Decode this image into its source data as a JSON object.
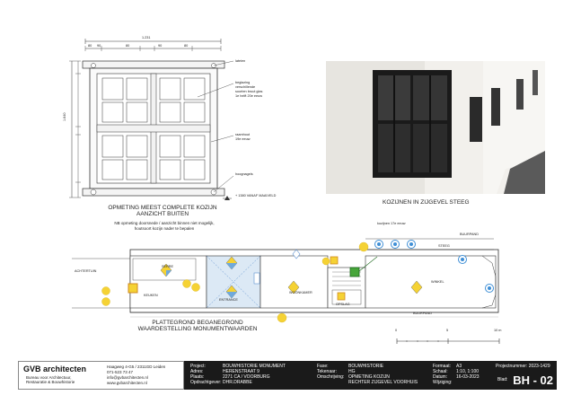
{
  "elevation": {
    "dim_total": "1.231",
    "dim_parts": [
      "80",
      "90",
      "80",
      "90",
      "80"
    ],
    "dim_left": "1.640",
    "label_lateien": "lateien",
    "label_glass": [
      "beglazing",
      "verschillende",
      "soorten bruut glas",
      "1e helft 20e eeuw"
    ],
    "label_frame": [
      "raamhout",
      "19e eeuw"
    ],
    "label_hinge": "hoognagels",
    "label_level": "+ 1380 VANAF MAAIVELD",
    "caption": [
      "OPMETING MEEST COMPLETE KOZIJN",
      "AANZICHT BUITEN"
    ],
    "note": [
      "NB opmeting doorsnede / aanzicht binnen niet mogelijk,",
      "houtsoort kozijn nader te bepalen"
    ]
  },
  "photo": {
    "caption": "KOZIJNEN IN ZIJGEVEL STEEG"
  },
  "plan": {
    "label_kozijnen": "kozijnen 17e eeuw",
    "rooms": {
      "achtertuin": "ACHTERTUIN",
      "serre": "SERRE",
      "keuken": "KEUKEN",
      "entrance": "ENTRANCE",
      "woonkamer": "WOONKAMER",
      "opslag": "OPSLAG",
      "winkel": "WINKEL",
      "steeg": "STEEG",
      "buurpand_top": "BUURPAND",
      "buurpand_bottom": "BUURPAND"
    },
    "caption": [
      "PLATTEGROND BEGANEGROND",
      "WAARDESTELLING MONUMENTWAARDEN"
    ]
  },
  "scale": {
    "ticks": [
      "0",
      "5",
      "10 m"
    ]
  },
  "titleblock": {
    "firm": "GVB architecten",
    "tagline": [
      "Bureau voor Architectuur,",
      "Restauratie & Bouwhistorie"
    ],
    "address": [
      "Haagweg 4-G5  /  2311GD Leiden",
      "071-523 73 47",
      "info@gvbarchitecten.nl",
      "www.gvbarchitecten.nl"
    ],
    "labels_a": [
      "Project:",
      "Adres:",
      "Plaats:",
      "Opdrachtgever:"
    ],
    "values_a": [
      "BOUWHISTORIE MONUMENT",
      "HERENSTRAAT 9",
      "2271 CA  /  VOORBURG",
      "DHR.DRABBE"
    ],
    "labels_b": [
      "Fase:",
      "Tekenaar:",
      "Omschrijving:",
      ""
    ],
    "values_b": [
      "BOUWHISTORIE",
      "HG",
      "OPMETING KOZIJN",
      "RECHTER ZIJGEVEL VOORHUIS"
    ],
    "labels_c": [
      "Formaat:",
      "Schaal:",
      "Datum:",
      "Wijziging:"
    ],
    "values_c": [
      "A3",
      "1:10, 1:100",
      "16-03-2023",
      ""
    ],
    "project_label": "Projectnummer:",
    "project_value": "2023-1429",
    "blad_label": "Blad:",
    "blad_value": "BH -  02"
  }
}
